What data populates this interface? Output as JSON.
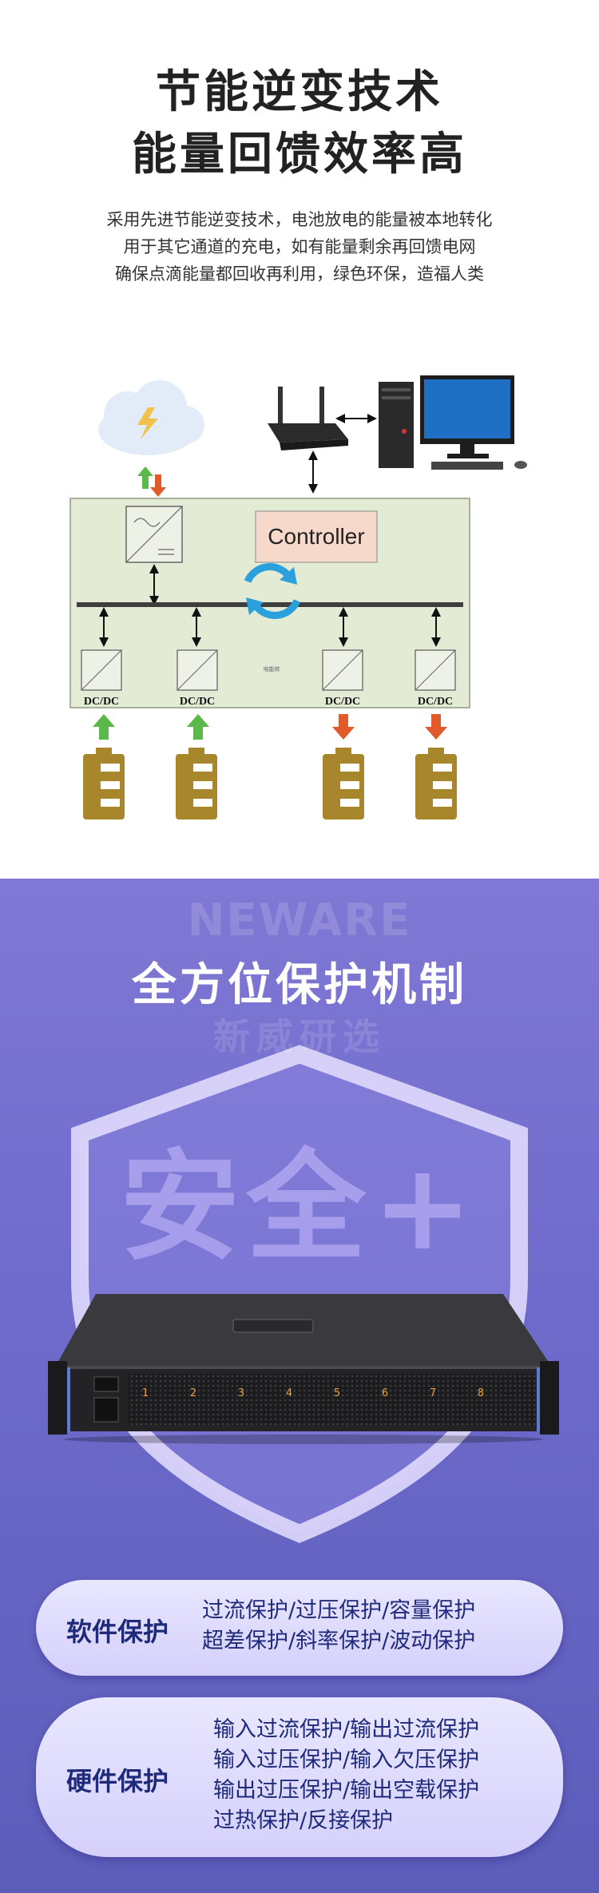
{
  "hero": {
    "title_line1": "节能逆变技术",
    "title_line2": "能量回馈效率高",
    "desc_line1": "采用先进节能逆变技术，电池放电的能量被本地转化",
    "desc_line2": "用于其它通道的充电，如有能量剩余再回馈电网",
    "desc_line3": "确保点滴能量都回收再利用，绿色环保，造福人类"
  },
  "diagram": {
    "controller_label": "Controller",
    "center_tiny": "电能转",
    "dcdc_labels": [
      "DC/DC",
      "DC/DC",
      "DC/DC",
      "DC/DC"
    ],
    "colors": {
      "box_fill": "#e3ebd5",
      "controller_fill": "#f7d9cc",
      "arrow_up": "#5bb84a",
      "arrow_down": "#e05a2a",
      "battery": "#a8862c"
    }
  },
  "protection": {
    "watermark_en": "NEWARE",
    "watermark_cn": "新威研选",
    "title": "全方位保护机制",
    "shield_text": "安全+",
    "channel_numbers": [
      "1",
      "2",
      "3",
      "4",
      "5",
      "6",
      "7",
      "8"
    ],
    "software": {
      "label": "软件保护",
      "lines": [
        "过流保护/过压保护/容量保护",
        "超差保护/斜率保护/波动保护"
      ]
    },
    "hardware": {
      "label": "硬件保护",
      "lines": [
        "输入过流保护/输出过流保护",
        "输入过压保护/输入欠压保护",
        "输出过压保护/输出空载保护",
        "过热保护/反接保护"
      ]
    }
  }
}
